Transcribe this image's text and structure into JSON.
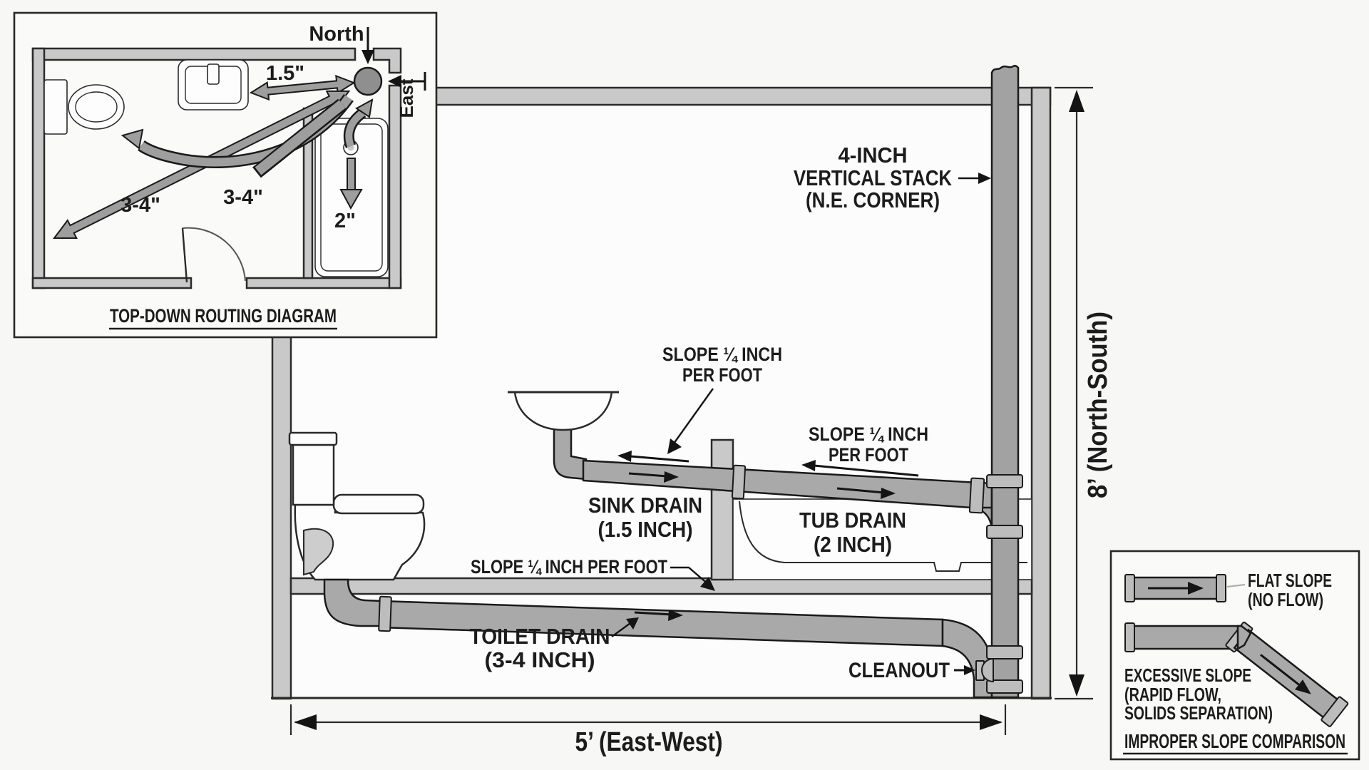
{
  "top_inset": {
    "title": "TOP-DOWN ROUTING DIAGRAM",
    "north": "North",
    "east": "East",
    "sink_size": "1.5\"",
    "toilet_size_main": "3-4\"",
    "toilet_size_branch": "3-4\"",
    "tub_size": "2\""
  },
  "section": {
    "stack_l1": "4-INCH",
    "stack_l2": "VERTICAL STACK",
    "stack_l3": "(N.E. CORNER)",
    "sink_slope_l1": "SLOPE ¼ INCH",
    "sink_slope_l2": "PER FOOT",
    "sink_drain_l1": "SINK DRAIN",
    "sink_drain_l2": "(1.5 INCH)",
    "tub_slope_l1": "SLOPE ¼ INCH",
    "tub_slope_l2": "PER FOOT",
    "tub_drain_l1": "TUB DRAIN",
    "tub_drain_l2": "(2 INCH)",
    "toilet_slope": "SLOPE ¼ INCH PER FOOT",
    "toilet_drain_l1": "TOILET DRAIN",
    "toilet_drain_l2": "(3-4 INCH)",
    "cleanout": "CLEANOUT"
  },
  "dims": {
    "ns": "8’ (North-South)",
    "ew": "5’ (East-West)"
  },
  "bottom_inset": {
    "title": "IMPROPER SLOPE COMPARISON",
    "flat_l1": "FLAT SLOPE",
    "flat_l2": "(NO FLOW)",
    "exc_l1": "EXCESSIVE SLOPE",
    "exc_l2": "(RAPID FLOW,",
    "exc_l3": "SOLIDS SEPARATION)"
  },
  "colors": {
    "pipe_gray": "#a9a9a9",
    "wall_gray": "#c9c9c9",
    "ink": "#1a1a1a",
    "background": "#f7f7f5"
  }
}
